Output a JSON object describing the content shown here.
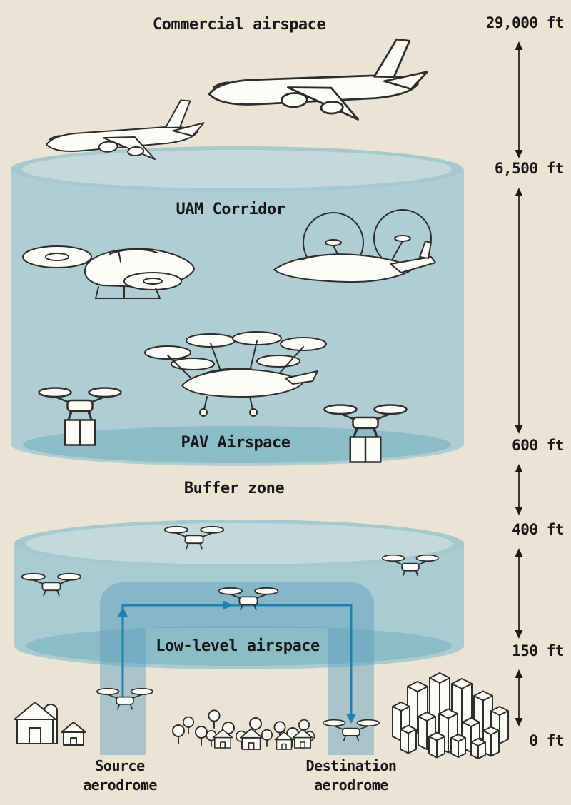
{
  "zones": {
    "commercial": "Commercial airspace",
    "uam_corridor": "UAM Corridor",
    "pav_airspace": "PAV Airspace",
    "buffer": "Buffer zone",
    "low_level": "Low-level airspace"
  },
  "ground": {
    "source_label": "Source aerodrome",
    "destination_label": "Destination aerodrome"
  },
  "altitudes": [
    {
      "label": "29,000 ft"
    },
    {
      "label": "6,500 ft"
    },
    {
      "label": "600 ft"
    },
    {
      "label": "400 ft"
    },
    {
      "label": "150 ft"
    },
    {
      "label": "0 ft"
    }
  ],
  "icons": {
    "airliner": "airliner-icon",
    "evtol_flying_car": "evtol-flying-car-icon",
    "evtol_tiltrotor": "evtol-tiltrotor-icon",
    "evtol_multirotor": "evtol-multirotor-icon",
    "delivery_drone": "delivery-drone-icon",
    "quadcopter": "quadcopter-drone-icon",
    "altitude_arrow": "altitude-range-arrow",
    "flight_path_arrow": "flight-path-arrow"
  },
  "colors": {
    "background": "#EBE3D4",
    "cylinder_body": "#AFCDD3",
    "cylinder_rim": "#A6C8CF",
    "cylinder_rim_inner": "#C4D9DC",
    "cylinder_disc": "#8CBCC6",
    "corridor_band": "rgba(88,158,190,0.45)",
    "flight_path_blue": "#1E82AE",
    "outline": "#2D2D2D",
    "text": "#171717"
  }
}
